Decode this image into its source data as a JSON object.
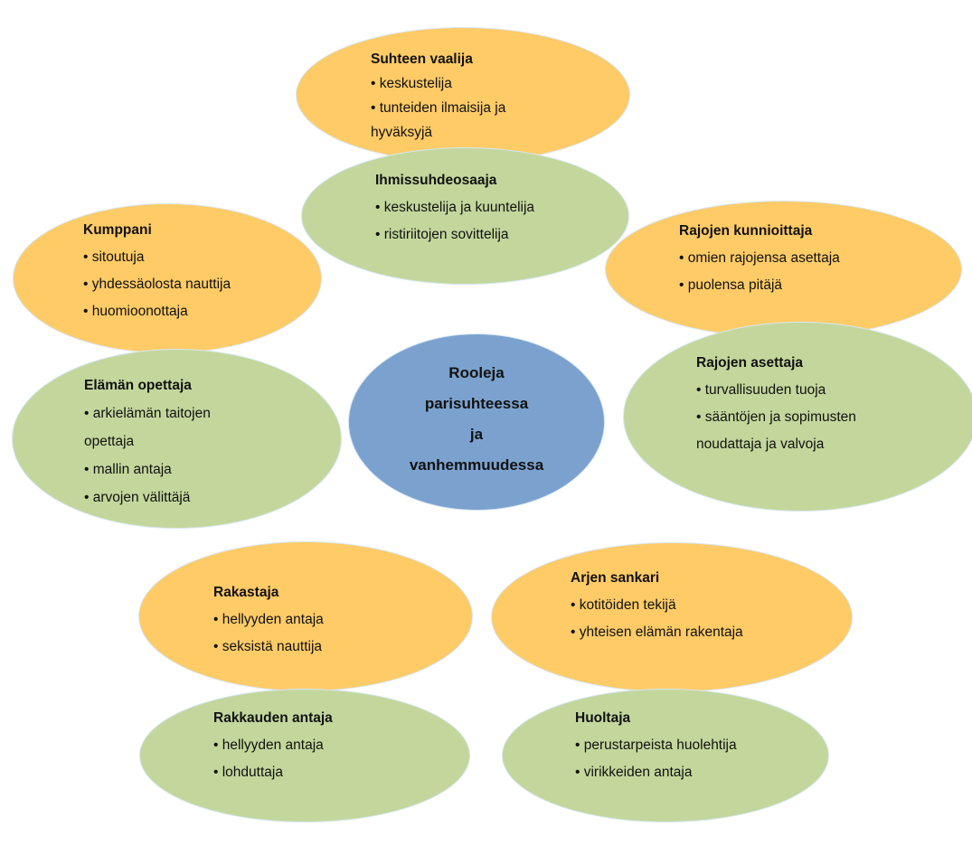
{
  "center": {
    "lines": [
      "Rooleja",
      "parisuhteessa",
      "ja",
      "vanhemmuudessa"
    ]
  },
  "roles": {
    "suhteen_vaalija": {
      "title": "Suhteen vaalija",
      "items": [
        "keskustelija",
        "tunteiden ilmaisija ja"
      ],
      "continuation": "hyväksyjä"
    },
    "ihmissuhdeosaaja": {
      "title": "Ihmissuhdeosaaja",
      "items": [
        "keskustelija ja kuuntelija",
        "ristiriitojen sovittelija"
      ]
    },
    "kumppani": {
      "title": "Kumppani",
      "items": [
        "sitoutuja",
        "yhdessäolosta nauttija",
        "huomioonottaja"
      ]
    },
    "rajojen_kunnioittaja": {
      "title": "Rajojen kunnioittaja",
      "items": [
        "omien rajojensa asettaja",
        "puolensa pitäjä"
      ]
    },
    "elaman_opettaja": {
      "title": "Elämän opettaja",
      "items": [
        "arkielämän taitojen"
      ],
      "continuation": "opettaja",
      "items2": [
        "mallin antaja",
        "arvojen välittäjä"
      ]
    },
    "rajojen_asettaja": {
      "title": "Rajojen asettaja",
      "items": [
        "turvallisuuden tuoja",
        "sääntöjen ja sopimusten"
      ],
      "continuation": "noudattaja ja valvoja"
    },
    "rakastaja": {
      "title": "Rakastaja",
      "items": [
        "hellyyden antaja",
        "seksistä nauttija"
      ]
    },
    "arjen_sankari": {
      "title": "Arjen sankari",
      "items": [
        "kotitöiden tekijä",
        "yhteisen elämän rakentaja"
      ]
    },
    "rakkauden_antaja": {
      "title": "Rakkauden antaja",
      "items": [
        "hellyyden antaja",
        "lohduttaja"
      ]
    },
    "huoltaja": {
      "title": "Huoltaja",
      "items": [
        "perustarpeista huolehtija",
        "virikkeiden antaja"
      ]
    }
  },
  "colors": {
    "parisuhde": "#fecb67",
    "vanhemmuus": "#c3d79c",
    "center": "#7ba2cf"
  }
}
